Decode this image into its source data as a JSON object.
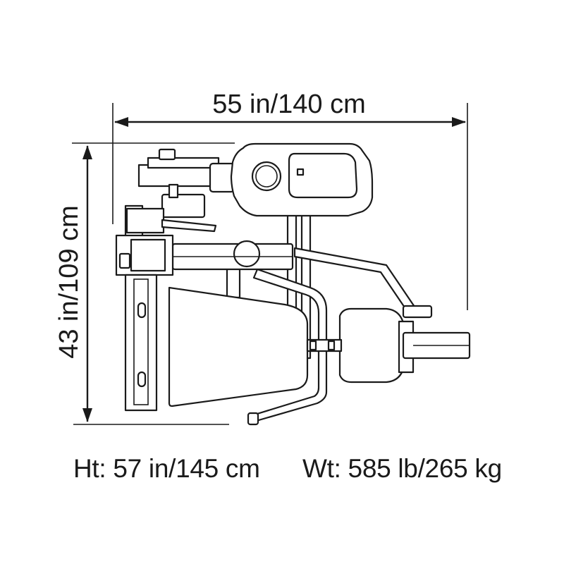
{
  "dimensions": {
    "width_label": "55 in/140 cm",
    "depth_label": "43 in/109 cm"
  },
  "specs": {
    "height_label": "Ht: 57 in/145 cm",
    "weight_label": "Wt: 585 lb/265 kg"
  },
  "colors": {
    "line": "#1a1a1a",
    "background": "#ffffff"
  }
}
